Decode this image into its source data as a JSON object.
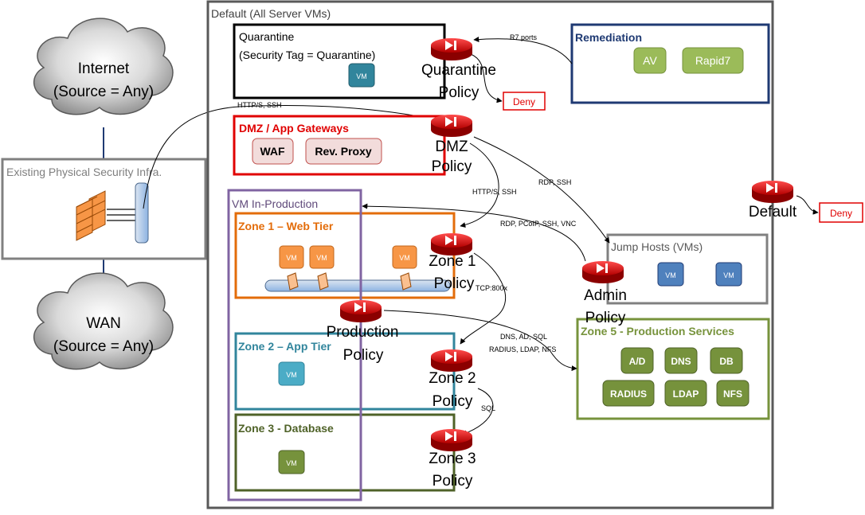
{
  "clouds": {
    "internet": {
      "line1": "Internet",
      "line2": "(Source = Any)"
    },
    "wan": {
      "line1": "WAN",
      "line2": "(Source = Any)"
    }
  },
  "physical": {
    "label": "Existing Physical Security Infra."
  },
  "default_box": {
    "label": "Default (All Server VMs)"
  },
  "quarantine": {
    "line1": "Quarantine",
    "line2": "(Security Tag = Quarantine)",
    "vm": "VM"
  },
  "remediation": {
    "title": "Remediation",
    "av": "AV",
    "rapid7": "Rapid7"
  },
  "dmz": {
    "title": "DMZ / App Gateways",
    "waf": "WAF",
    "proxy": "Rev. Proxy"
  },
  "production": {
    "title": "VM In-Production"
  },
  "zone1": {
    "title": "Zone 1 – Web Tier",
    "vm": "VM"
  },
  "zone2": {
    "title": "Zone 2 – App Tier",
    "vm": "VM"
  },
  "zone3": {
    "title": "Zone 3 - Database",
    "vm": "VM"
  },
  "jump": {
    "title": "Jump Hosts (VMs)",
    "vm": "VM"
  },
  "zone5": {
    "title": "Zone 5 - Production Services",
    "ad": "A/D",
    "dns": "DNS",
    "db": "DB",
    "radius": "RADIUS",
    "ldap": "LDAP",
    "nfs": "NFS"
  },
  "policies": {
    "quarantine": {
      "line1": "Quarantine",
      "line2": "Policy"
    },
    "dmz": {
      "line1": "DMZ",
      "line2": "Policy"
    },
    "zone1": {
      "line1": "Zone 1",
      "line2": "Policy"
    },
    "production": {
      "line1": "Production",
      "line2": "Policy"
    },
    "zone2": {
      "line1": "Zone 2",
      "line2": "Policy"
    },
    "zone3": {
      "line1": "Zone 3",
      "line2": "Policy"
    },
    "admin": {
      "line1": "Admin",
      "line2": "Policy"
    },
    "default": {
      "line1": "Default"
    }
  },
  "deny": {
    "quarantine": "Deny",
    "default": "Deny"
  },
  "flows": {
    "r7": "R7 ports",
    "https_ssh_top": "HTTP/S, SSH",
    "rdp_ssh": "RDP, SSH",
    "https_ssh_mid": "HTTP/S, SSH",
    "rdp_pcoip": "RDP, PCoIP, SSH, VNC",
    "tcp800x": "TCP:800x",
    "services1": "DNS, AD, SQL",
    "services2": "RADIUS, LDAP, NFS",
    "sql": "SQL"
  },
  "colors": {
    "policy_red": "#cc1111",
    "dmz_red": "#e00000",
    "remediation_blue": "#1f3a73",
    "zone1_orange": "#e36c0a",
    "zone2_teal": "#31859c",
    "zone3_green": "#4f6228",
    "zone5_green": "#77933c",
    "production_purple": "#8064a2",
    "gray": "#808080"
  }
}
